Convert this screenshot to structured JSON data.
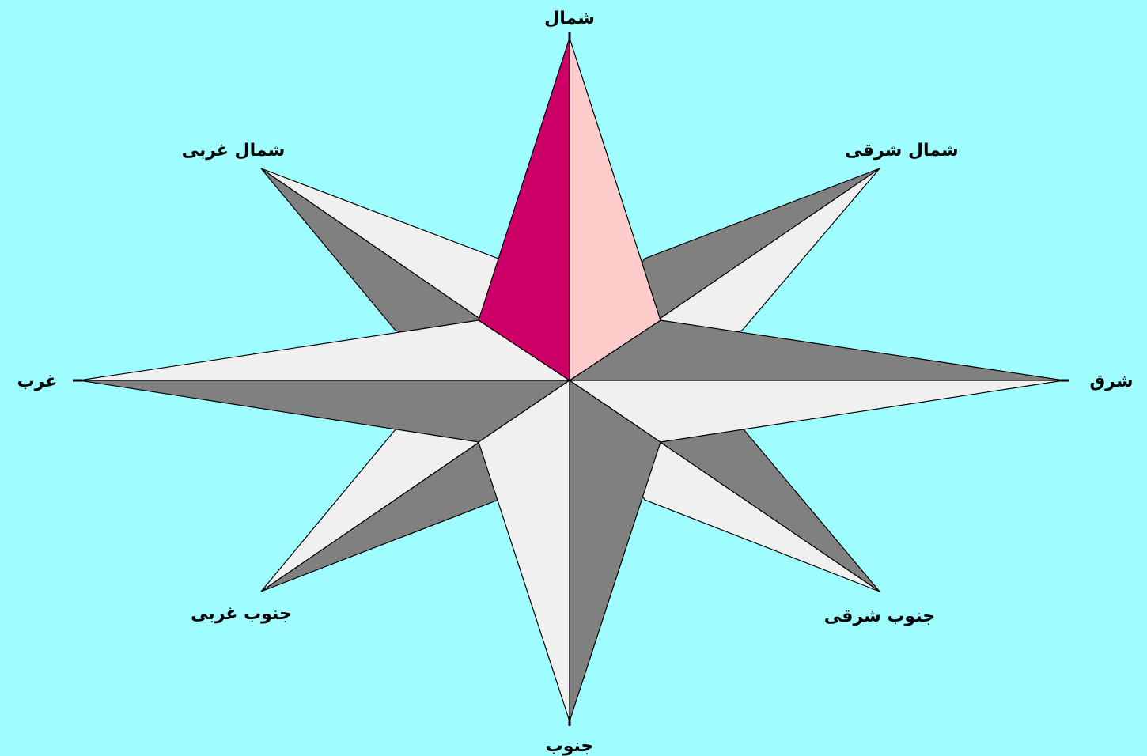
{
  "diagram": {
    "type": "compass-rose",
    "colors": {
      "background": "#9ffdff",
      "light": "#f0f0f0",
      "dark": "#808080",
      "north_left": "#cc0066",
      "north_right": "#ffcccc",
      "outline": "#000000"
    },
    "directions": {
      "north": "شمال",
      "north_east": "شمال شرقی",
      "east": "شرق",
      "south_east": "جنوب شرقی",
      "south": "جنوب",
      "south_west": "جنوب غربی",
      "west": "غرب",
      "north_west": "شمال غربی"
    }
  }
}
